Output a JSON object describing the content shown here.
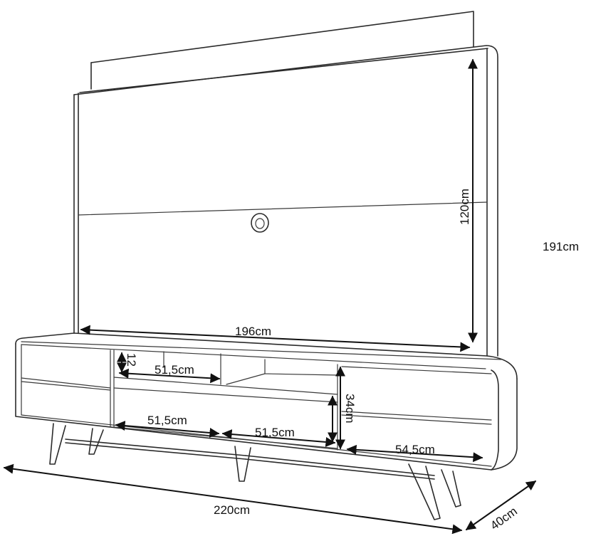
{
  "dimensions": {
    "panel_width": "196cm",
    "panel_height": "120cm",
    "total_height": "191cm",
    "niche_height": "12",
    "niche_width": "51,5cm",
    "drawer_left_width": "51,5cm",
    "drawer_right_width": "51,5cm",
    "drawer_height": "34cm",
    "side_door_width": "54,5cm",
    "total_width": "220cm",
    "depth": "40cm"
  },
  "colors": {
    "line": "#2b2b2b",
    "text": "#111111",
    "background": "#ffffff"
  }
}
